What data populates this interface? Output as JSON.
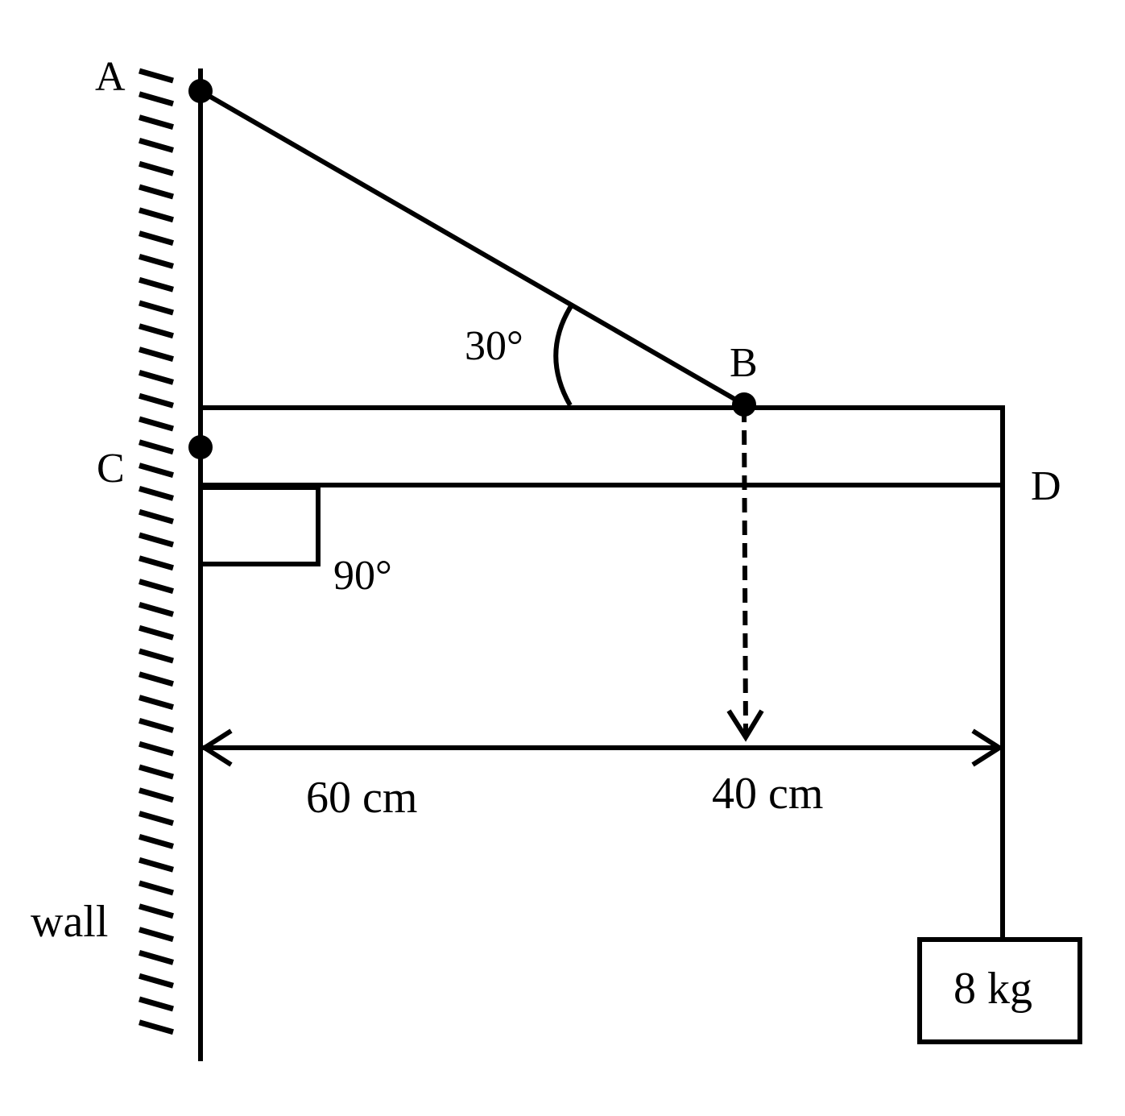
{
  "labels": {
    "a": "A",
    "b": "B",
    "c": "C",
    "d": "D",
    "angle_ab": "30°",
    "angle_right": "90°",
    "dist_cb": "60 cm",
    "dist_bd": "40 cm",
    "mass": "8 kg",
    "wall": "wall"
  },
  "colors": {
    "ink": "#000000",
    "background": "#ffffff"
  }
}
